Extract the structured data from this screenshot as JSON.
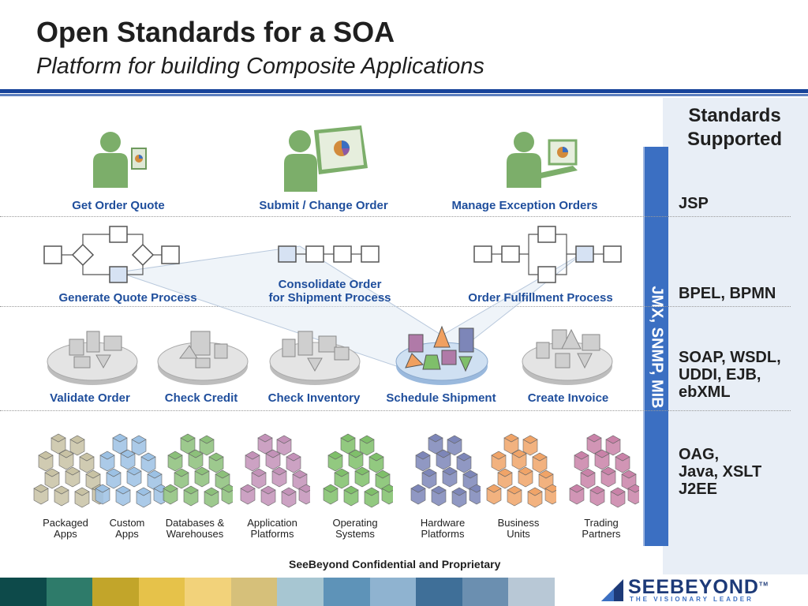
{
  "header": {
    "title": "Open Standards for a SOA",
    "subtitle": "Platform for building Composite Applications"
  },
  "users": [
    {
      "label": "Get Order Quote"
    },
    {
      "label": "Submit / Change Order"
    },
    {
      "label": "Manage Exception Orders"
    }
  ],
  "processes": [
    {
      "label": "Generate Quote Process"
    },
    {
      "label": "Consolidate Order",
      "label2": "for Shipment Process"
    },
    {
      "label": "Order Fulfillment Process"
    }
  ],
  "services": [
    {
      "label": "Validate Order"
    },
    {
      "label": "Check Credit"
    },
    {
      "label": "Check  Inventory"
    },
    {
      "label": "Schedule Shipment"
    },
    {
      "label": "Create Invoice"
    }
  ],
  "systems": [
    {
      "line1": "Packaged",
      "line2": "Apps",
      "color": "#c8c2a4"
    },
    {
      "line1": "Custom",
      "line2": "Apps",
      "color": "#9cc1e4"
    },
    {
      "line1": "Databases &",
      "line2": "Warehouses",
      "color": "#8cc07a"
    },
    {
      "line1": "Application",
      "line2": "Platforms",
      "color": "#c392b8"
    },
    {
      "line1": "Operating",
      "line2": "Systems",
      "color": "#7fbf6a"
    },
    {
      "line1": "Hardware",
      "line2": "Platforms",
      "color": "#7d86b8"
    },
    {
      "line1": "Business",
      "line2": "Units",
      "color": "#f0a468"
    },
    {
      "line1": "Trading",
      "line2": "Partners",
      "color": "#c982a8"
    }
  ],
  "standards": {
    "title_line1": "Standards",
    "title_line2": "Supported",
    "items": [
      {
        "line1": "JSP"
      },
      {
        "line1": "BPEL, BPMN"
      },
      {
        "line1": "SOAP, WSDL,",
        "line2": "UDDI, EJB,",
        "line3": "ebXML"
      },
      {
        "line1": "OAG,",
        "line2": "Java, XSLT",
        "line3": "J2EE"
      }
    ],
    "vertical_bar": "JMX, SNMP, MIB"
  },
  "footer": {
    "confidential": "SeeBeyond Confidential and Proprietary",
    "logo_name": "SEEBEYOND",
    "logo_tm": "TM",
    "logo_tagline": "THE VISIONARY LEADER"
  },
  "colors": {
    "accent": "#17439a",
    "label_blue": "#1f4e9c",
    "vbar": "#3b6fc2",
    "panel": "#e8eef6"
  }
}
